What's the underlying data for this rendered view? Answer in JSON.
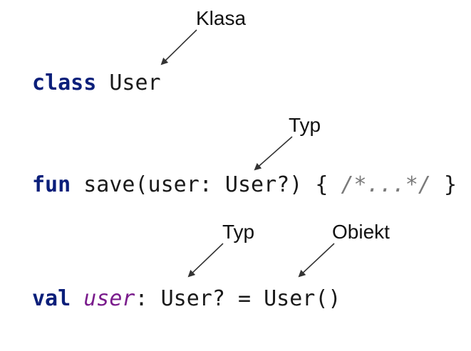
{
  "labels": {
    "klasa": "Klasa",
    "typ_fun": "Typ",
    "typ_val": "Typ",
    "obiekt": "Obiekt"
  },
  "code": {
    "line1": {
      "keyword": "class",
      "rest": " User"
    },
    "line2": {
      "keyword": "fun",
      "rest": " save(user: User?) { ",
      "comment": "/*...*/",
      "tail": " }"
    },
    "line3": {
      "keyword": "val",
      "space": " ",
      "var_name": "user",
      "rest": ": User? = User()"
    }
  },
  "colors": {
    "keyword": "#0b1f7a",
    "variable": "#7a1c8c",
    "comment": "#7a7a7a",
    "text": "#1a1a1a",
    "arrow": "#333333"
  }
}
